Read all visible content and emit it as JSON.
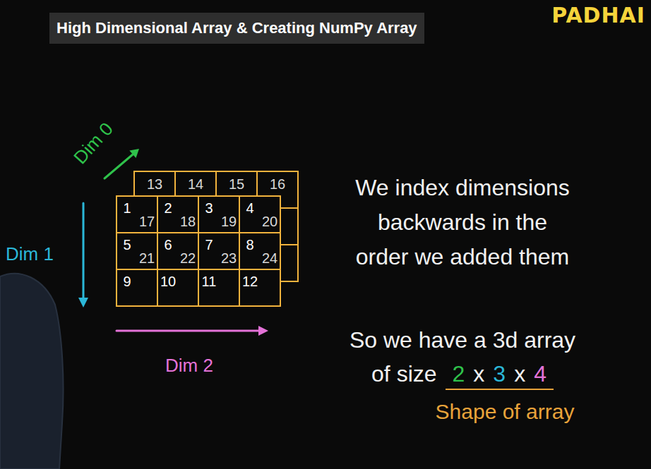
{
  "diagram": {
    "title": "High Dimensional Array & Creating NumPy Array",
    "nodes": [
      {
        "text": [
          "13"
        ]
      },
      {
        "text": [
          "14"
        ]
      },
      {
        "text": [
          "15"
        ]
      },
      {
        "text": [
          "16"
        ]
      },
      {
        "text": [
          "17"
        ]
      },
      {
        "text": [
          "18"
        ]
      },
      {
        "text": [
          "19"
        ]
      },
      {
        "text": [
          "20"
        ]
      },
      {
        "text": [
          "21"
        ]
      },
      {
        "text": [
          "22"
        ]
      },
      {
        "text": [
          "23"
        ]
      },
      {
        "text": [
          "24"
        ]
      },
      {
        "text": [
          "1"
        ]
      },
      {
        "text": [
          "2"
        ]
      },
      {
        "text": [
          "3"
        ]
      },
      {
        "text": [
          "4"
        ]
      },
      {
        "text": [
          "5"
        ]
      },
      {
        "text": [
          "6"
        ]
      },
      {
        "text": [
          "7"
        ]
      },
      {
        "text": [
          "8"
        ]
      },
      {
        "text": [
          "9"
        ]
      },
      {
        "text": [
          "10"
        ]
      },
      {
        "text": [
          "11"
        ]
      },
      {
        "text": [
          "12"
        ]
      }
    ],
    "labels": [
      "PADHAI",
      "Dim 0",
      "Dim 1",
      "Dim 2",
      "We index dimensions backwards in the order we added them",
      "So we have a 3d array of size",
      "2",
      "x",
      "3",
      "x",
      "4",
      "Shape of array"
    ]
  }
}
